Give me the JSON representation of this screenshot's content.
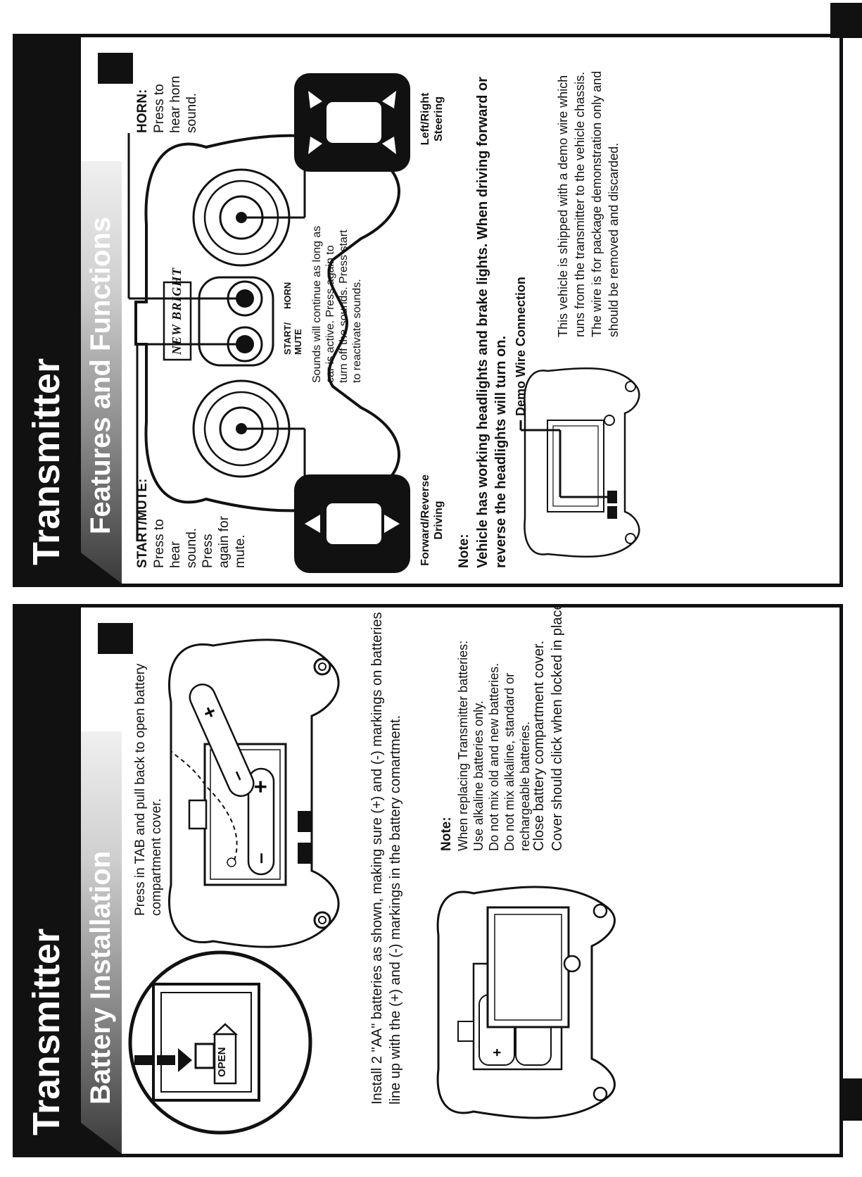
{
  "left": {
    "title": "Transmitter",
    "subtitle": "Battery Installation",
    "open_label": "OPEN",
    "step1": "Press in TAB and pull back to open battery compartment cover.",
    "step2": "Install 2 \"AA\" batteries as shown, making sure (+) and (-) markings on batteries line up with the (+) and (-) markings in the battery comartment.",
    "note_heading": "Note:",
    "note_lines": [
      "When replacing Transmitter batteries:",
      "Use alkaline batteries only.",
      "Do not mix old and new batteries.",
      "Do not mix alkaline, standard or rechargeable batteries."
    ],
    "close_lines": [
      "Close battery compartment cover.",
      "Cover should click when locked in place."
    ]
  },
  "right": {
    "title": "Transmitter",
    "subtitle": "Features and Functions",
    "brand": "NEW BRIGHT",
    "start_mute_heading": "START/MUTE:",
    "start_mute_desc": "Press to hear sound. Press again for mute.",
    "horn_heading": "HORN:",
    "horn_desc": "Press to hear horn sound.",
    "start_button_label_1": "START/",
    "start_button_label_2": "MUTE",
    "horn_button_label": "HORN",
    "sounds_desc": "Sounds will continue as long as car is active. Press again to turn off the sounds. Press start to reactivate sounds.",
    "forward_reverse_1": "Forward/Reverse",
    "forward_reverse_2": "Driving",
    "left_right_1": "Left/Right",
    "left_right_2": "Steering",
    "note_heading": "Note:",
    "note_text": "Vehicle has working headlights and brake lights. When driving forward or reverse the headlights will turn on.",
    "demo_heading": "Demo Wire Connection",
    "demo_text": "This vehicle is shipped with a demo wire which runs from the transmitter to the vehicle chassis. The wire is for package demonstration only and should be removed and discarded."
  }
}
